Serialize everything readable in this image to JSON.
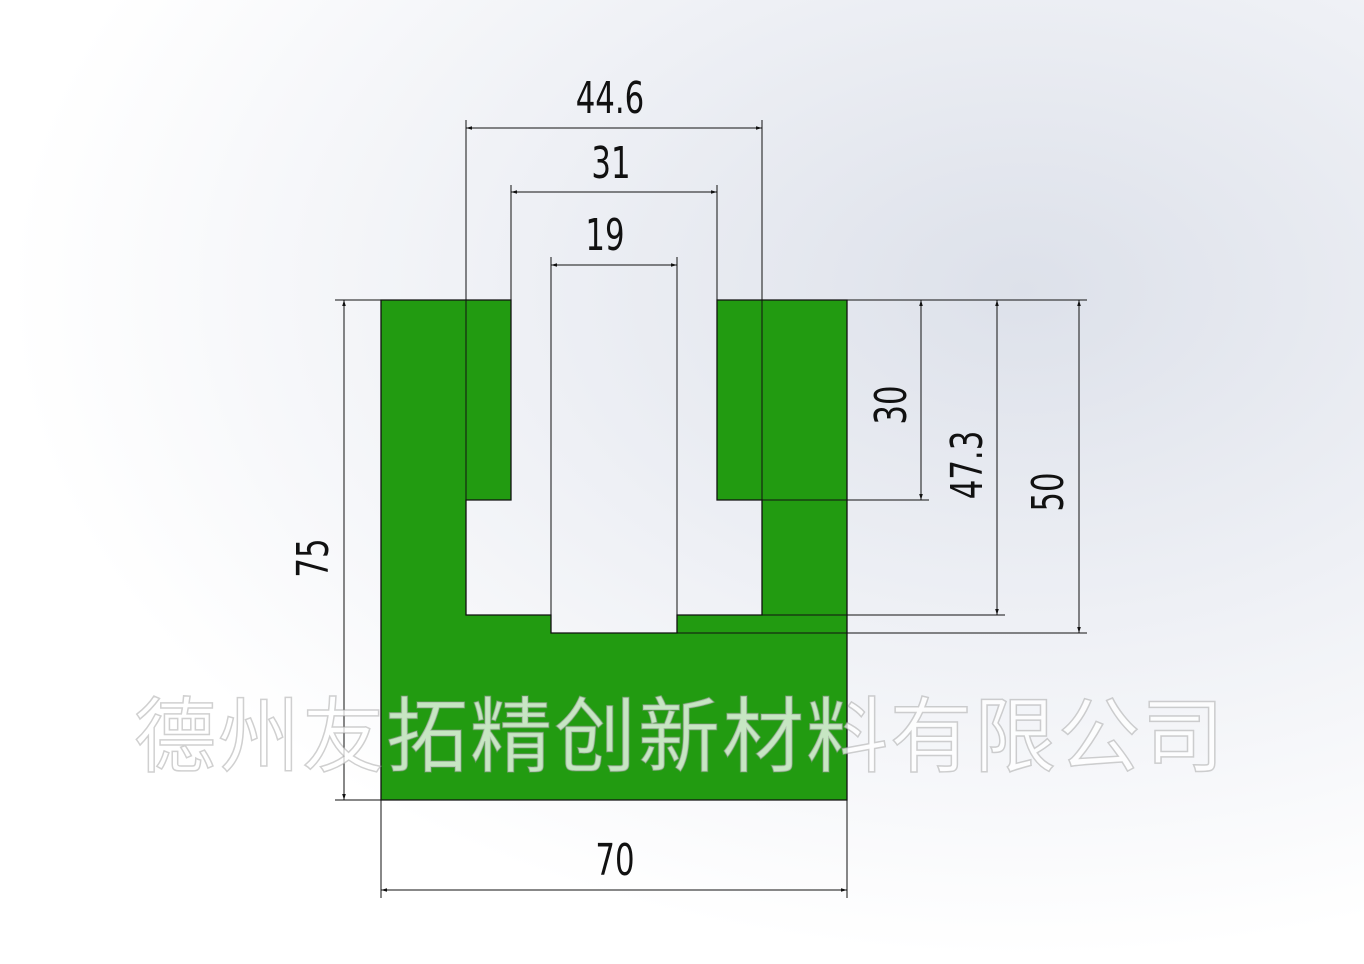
{
  "profile_color": "#229b11",
  "dimensions": {
    "top_outer_width": "44.6",
    "top_slot_width": "31",
    "inner_slot_width": "19",
    "overall_width": "70",
    "overall_height": "75",
    "slot_depth": "30",
    "groove_depth": "47.3",
    "inner_depth": "50"
  },
  "watermark": "德州友拓精创新材料有限公司"
}
